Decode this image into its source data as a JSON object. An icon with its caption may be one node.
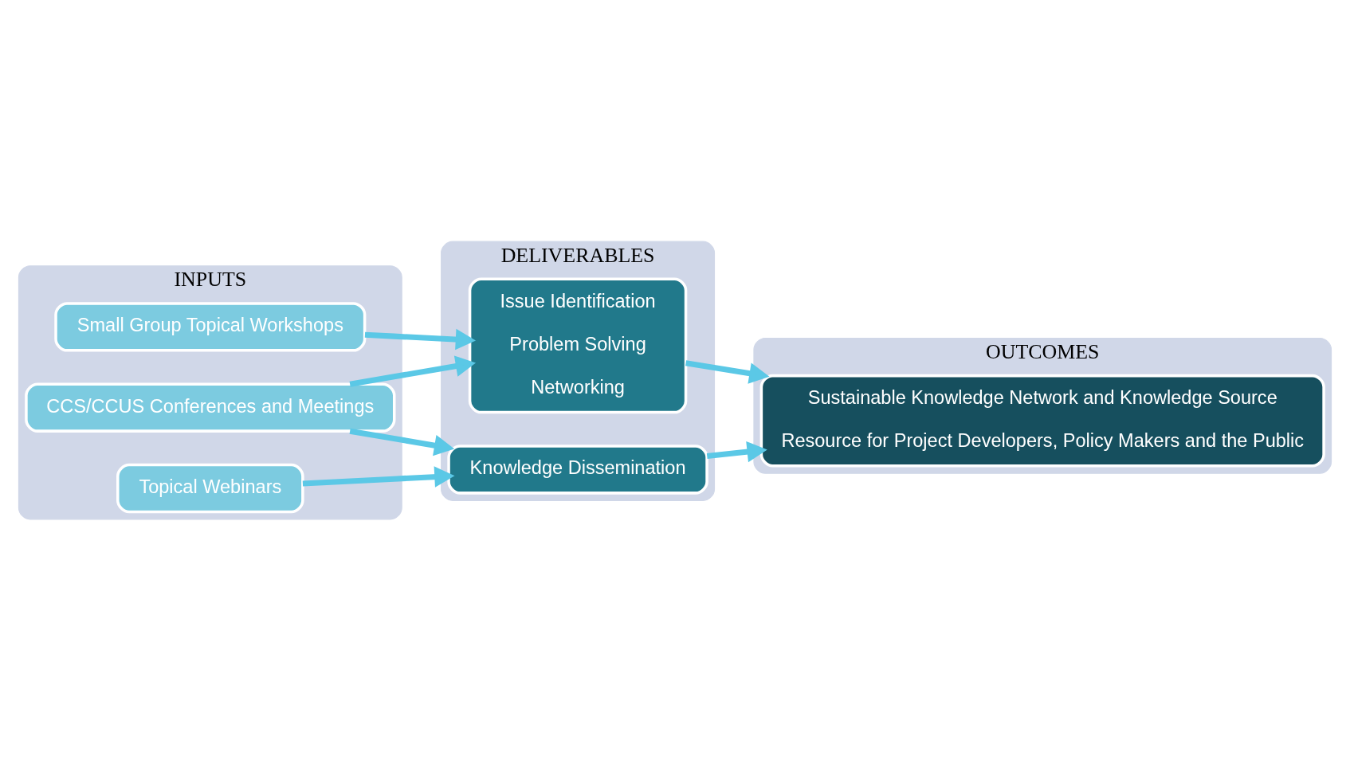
{
  "diagram": {
    "nodes": [
      {
        "text": [
          "INPUTS"
        ]
      },
      {
        "text": [
          "Small Group Topical Workshops"
        ],
        "in": 0
      },
      {
        "text": [
          "CCS/CCUS Conferences and Meetings"
        ],
        "in": 0
      },
      {
        "text": [
          "Topical Webinars"
        ],
        "in": 0
      },
      {
        "text": [
          "DELIVERABLES"
        ]
      },
      {
        "text": [
          "Issue Identification",
          "Problem Solving",
          "Networking"
        ],
        "in": 4
      },
      {
        "text": [
          "Knowledge Dissemination"
        ],
        "in": 4
      },
      {
        "text": [
          "OUTCOMES"
        ]
      },
      {
        "text": [
          "Sustainable Knowledge Network and Knowledge Source",
          "Resource for Project Developers, Policy Makers and the Public"
        ],
        "in": 7
      }
    ],
    "edges": [
      {
        "from": 1,
        "to": 5,
        "arrow": "to"
      },
      {
        "from": 2,
        "to": 5,
        "arrow": "to"
      },
      {
        "from": 2,
        "to": 6,
        "arrow": "to"
      },
      {
        "from": 3,
        "to": 6,
        "arrow": "to"
      },
      {
        "from": 5,
        "to": 8,
        "arrow": "to"
      },
      {
        "from": 6,
        "to": 8,
        "arrow": "to"
      }
    ]
  }
}
